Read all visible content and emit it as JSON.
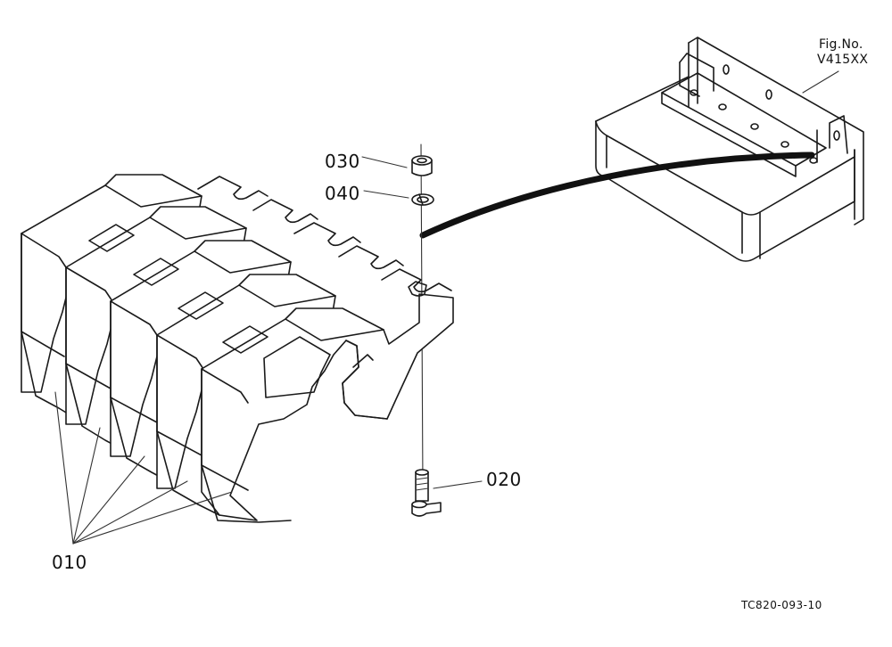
{
  "figure": {
    "fig_label": "Fig.No.",
    "fig_number": "V415XX",
    "drawing_code": "TC820-093-10"
  },
  "callouts": {
    "weight": "010",
    "bolt": "020",
    "nut": "030",
    "washer": "040"
  },
  "colors": {
    "line": "#1a1a1a",
    "background": "#ffffff"
  }
}
